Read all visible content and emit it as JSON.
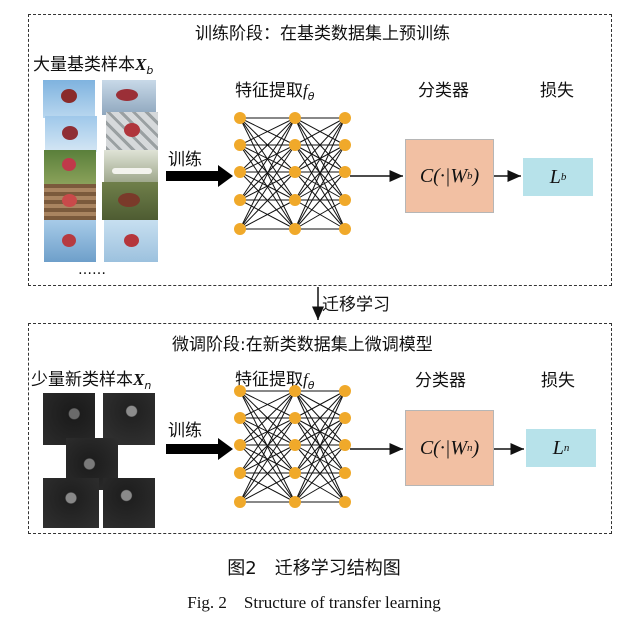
{
  "top_panel": {
    "title": "训练阶段：在基类数据集上预训练",
    "samples_label": "大量基类样本",
    "samples_symbol": "X",
    "samples_sub": "b",
    "ellipsis": "……",
    "train_label": "训练",
    "feature_label": "特征提取",
    "feature_symbol": "f",
    "feature_sub": "θ",
    "classifier_header": "分类器",
    "classifier_text": "C(·|W",
    "classifier_sub": "b",
    "loss_header": "损失",
    "loss_symbol": "L",
    "loss_sub": "b"
  },
  "transfer_label": "迁移学习",
  "bottom_panel": {
    "title": "微调阶段:在新类数据集上微调模型",
    "samples_label": "少量新类样本",
    "samples_symbol": "X",
    "samples_sub": "n",
    "train_label": "训练",
    "feature_label": "特征提取",
    "feature_symbol": "f",
    "feature_sub": "θ",
    "classifier_header": "分类器",
    "classifier_text": "C(·|W",
    "classifier_sub": "n",
    "loss_header": "损失",
    "loss_symbol": "L",
    "loss_sub": "n"
  },
  "caption_cn": "图2　迁移学习结构图",
  "caption_en": "Fig. 2　Structure of transfer learning",
  "colors": {
    "node": "#f0a92a",
    "classifier": "#f2c0a3",
    "loss": "#b7e2ea",
    "border": "#333333"
  }
}
